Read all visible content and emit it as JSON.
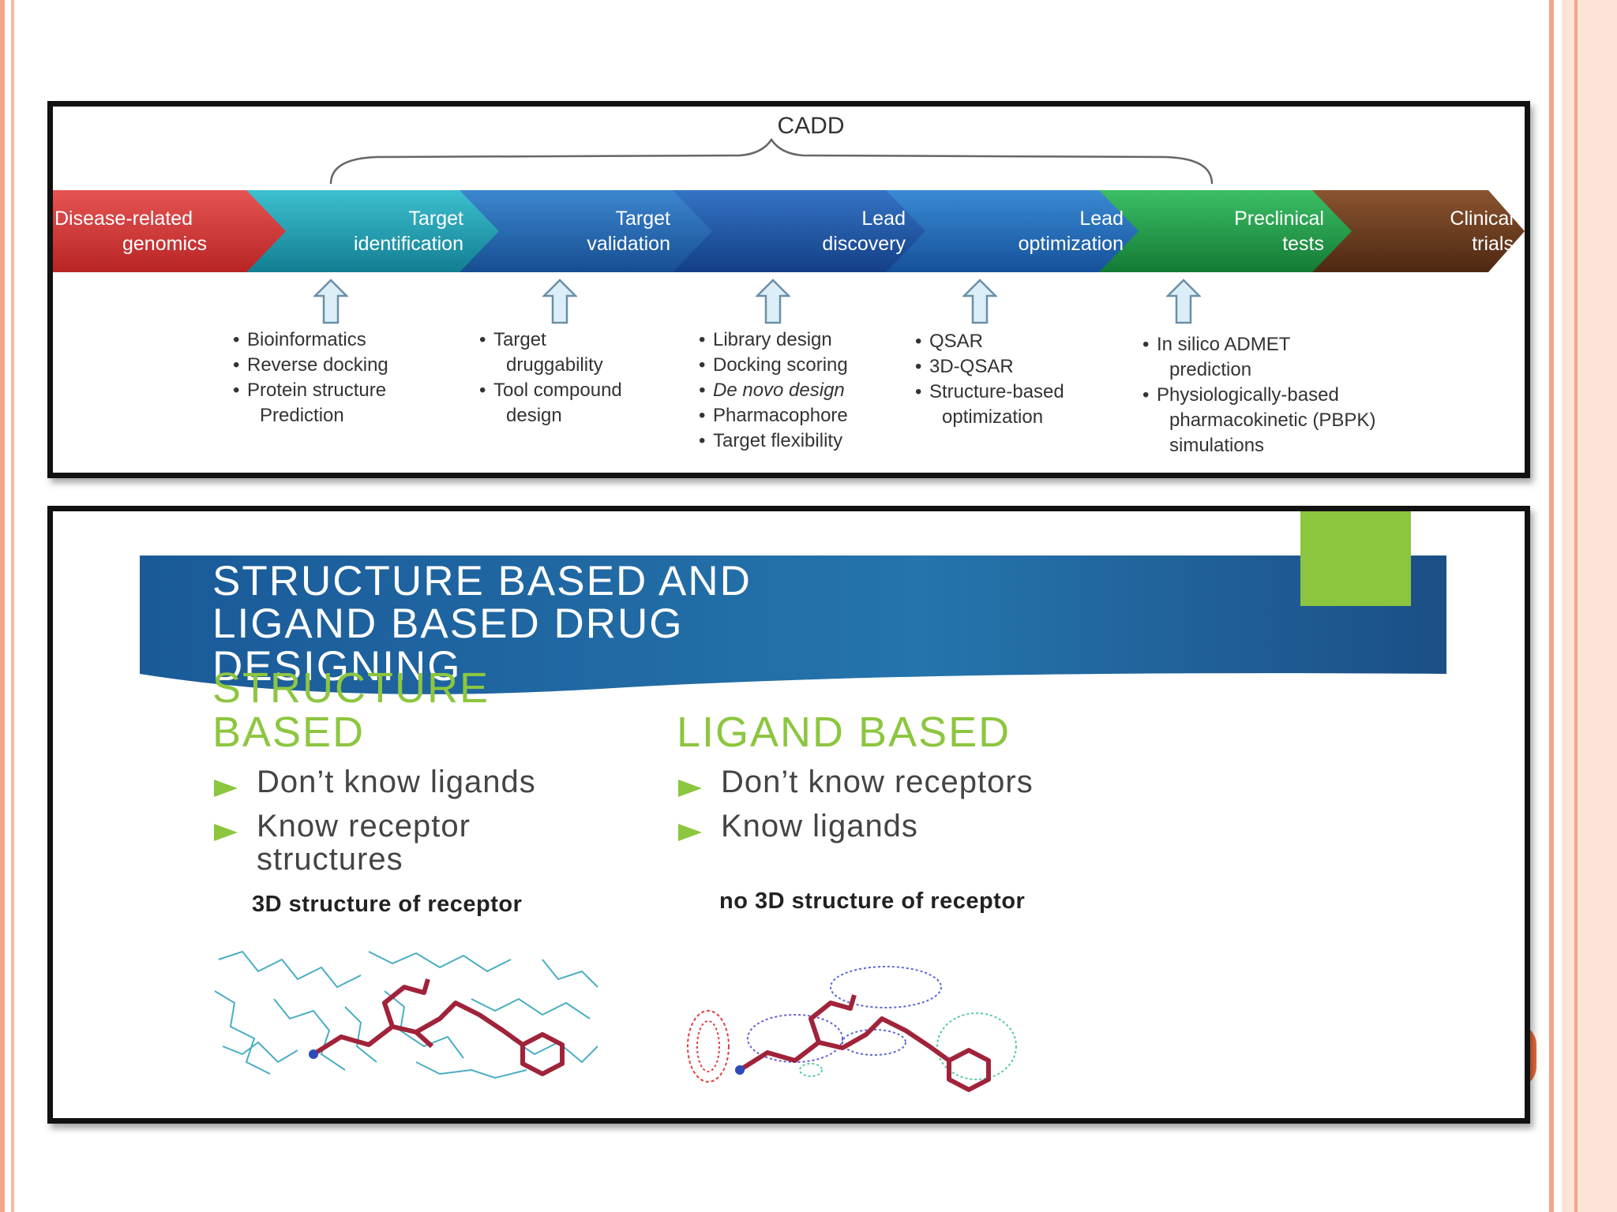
{
  "pipeline": {
    "title": "CADD",
    "stages": [
      {
        "line1": "Disease-related",
        "line2": "genomics",
        "color": "#d63a3a"
      },
      {
        "line1": "Target",
        "line2": "identification",
        "color": "#1d9fb0"
      },
      {
        "line1": "Target",
        "line2": "validation",
        "color": "#1f66b2"
      },
      {
        "line1": "Lead",
        "line2": "discovery",
        "color": "#1f56a8"
      },
      {
        "line1": "Lead",
        "line2": "optimization",
        "color": "#1d67b8"
      },
      {
        "line1": "Preclinical",
        "line2": "tests",
        "color": "#1e9a45"
      },
      {
        "line1": "Clinical",
        "line2": "trials",
        "color": "#6b3a1e"
      }
    ],
    "methods": [
      {
        "items": [
          "Bioinformatics",
          "Reverse docking",
          "Protein structure",
          "Prediction"
        ]
      },
      {
        "items": [
          "Target",
          "druggability",
          "Tool compound",
          "design"
        ]
      },
      {
        "items": [
          "Library design",
          "Docking scoring",
          "De novo design",
          "Pharmacophore",
          "Target flexibility"
        ]
      },
      {
        "items": [
          "QSAR",
          "3D-QSAR",
          "Structure-based",
          "optimization"
        ]
      },
      {
        "items": [
          "In silico ADMET",
          "prediction",
          "Physiologically-based",
          "pharmacokinetic (PBPK)",
          "simulations"
        ]
      }
    ]
  },
  "slide": {
    "title_lines": [
      "STRUCTURE BASED AND",
      "LIGAND BASED DRUG",
      "DESIGNING"
    ],
    "structure": {
      "heading_lines": [
        "STRUCTURE",
        "BASED"
      ],
      "points": [
        "Don’t know ligands",
        "Know receptor",
        "structures"
      ],
      "caption": "3D structure of receptor"
    },
    "ligand": {
      "heading": "LIGAND BASED",
      "points": [
        "Don’t know receptors",
        "Know ligands"
      ],
      "caption": "no 3D structure of receptor"
    },
    "colors": {
      "accent": "#8cc63f",
      "banner": "#1b5f9a"
    }
  }
}
